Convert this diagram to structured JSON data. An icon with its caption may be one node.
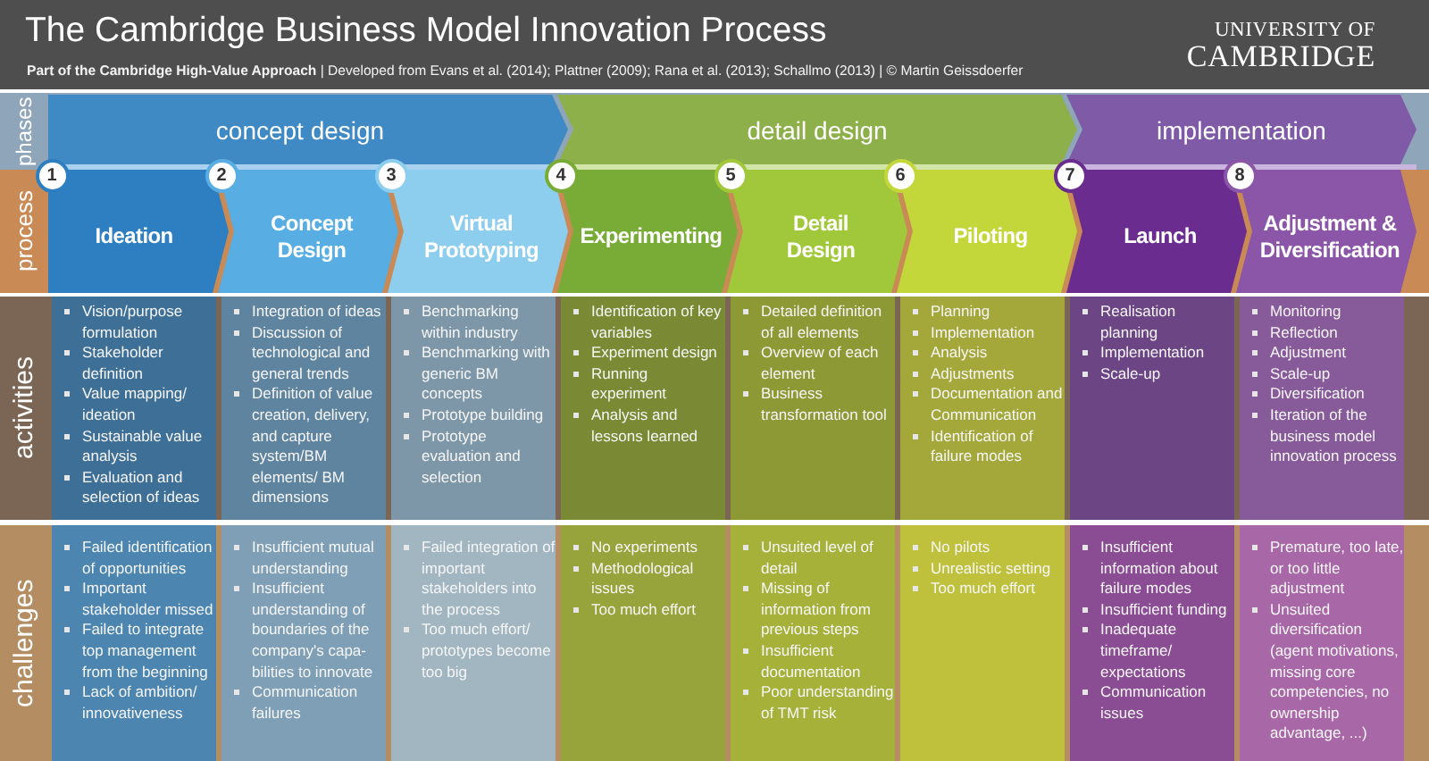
{
  "diagram": {
    "title": "The Cambridge Business Model Innovation Process",
    "nodes": [
      {
        "text": [
          "phases"
        ]
      },
      {
        "text": [
          "concept design"
        ]
      },
      {
        "text": [
          "detail design"
        ]
      },
      {
        "text": [
          "implementation"
        ]
      },
      {
        "text": [
          "process"
        ]
      },
      {
        "text": [
          "1"
        ]
      },
      {
        "text": [
          "Ideation"
        ]
      },
      {
        "text": [
          "2"
        ]
      },
      {
        "text": [
          "Concept Design"
        ]
      },
      {
        "text": [
          "3"
        ]
      },
      {
        "text": [
          "Virtual Prototyping"
        ]
      },
      {
        "text": [
          "4"
        ]
      },
      {
        "text": [
          "Experimenting"
        ]
      },
      {
        "text": [
          "5"
        ]
      },
      {
        "text": [
          "Detail Design"
        ]
      },
      {
        "text": [
          "6"
        ]
      },
      {
        "text": [
          "Piloting"
        ]
      },
      {
        "text": [
          "7"
        ]
      },
      {
        "text": [
          "Launch"
        ]
      },
      {
        "text": [
          "8"
        ]
      },
      {
        "text": [
          "Adjustment & Diversification"
        ]
      },
      {
        "text": [
          "activities"
        ]
      },
      {
        "text": [
          "Vision/purpose formulation",
          "Stakeholder definition",
          "Value mapping/ ideation",
          "Sustainable value analysis",
          "Evaluation and selection of ideas"
        ]
      },
      {
        "text": [
          "Integration of ideas",
          "Discussion of technological and general trends",
          "Definition of value creation, delivery, and capture system/BM elements/ BM dimensions"
        ]
      },
      {
        "text": [
          "Benchmarking within industry",
          "Benchmarking with generic BM concepts",
          "Prototype building",
          "Prototype evaluation and selection"
        ]
      },
      {
        "text": [
          "Identification of key variables",
          "Experiment design",
          "Running experiment",
          "Analysis and lessons learned"
        ]
      },
      {
        "text": [
          "Detailed definition of all elements",
          "Overview of each element",
          "Business transformation tool"
        ]
      },
      {
        "text": [
          "Planning",
          "Implementation",
          "Analysis",
          "Adjustments",
          "Documentation and Communication",
          "Identification of failure modes"
        ]
      },
      {
        "text": [
          "Realisation planning",
          "Implementation",
          "Scale-up"
        ]
      },
      {
        "text": [
          "Monitoring",
          "Reflection",
          "Adjustment",
          "Scale-up",
          "Diversification",
          "Iteration of the business model innovation process"
        ]
      },
      {
        "text": [
          "challenges"
        ]
      },
      {
        "text": [
          "Failed identification of opportunities",
          "Important stakeholder missed",
          "Failed to integrate top management from the beginning",
          "Lack of ambition/ innovativeness"
        ]
      },
      {
        "text": [
          "Insufficient mutual understanding",
          "Insufficient understanding of boundaries of the company's capa-bilities to innovate",
          "Communication failures"
        ]
      },
      {
        "text": [
          "Failed integration of important stakeholders into the process",
          "Too much effort/ prototypes become too big"
        ]
      },
      {
        "text": [
          "No experiments",
          "Methodological issues",
          "Too much effort"
        ]
      },
      {
        "text": [
          "Unsuited level of detail",
          "Missing of information from previous steps",
          "Insufficient documentation",
          "Poor understanding of TMT risk"
        ]
      },
      {
        "text": [
          "No pilots",
          "Unrealistic setting",
          "Too much effort"
        ]
      },
      {
        "text": [
          "Insufficient information about failure modes",
          "Insufficient funding",
          "Inadequate timeframe/ expectations",
          "Communication issues"
        ]
      },
      {
        "text": [
          "Premature, too late, or too little adjustment",
          "Unsuited diversification (agent motivations, missing core competencies, no ownership advantage, ...)"
        ]
      }
    ],
    "labels": [
      "**Part of the Cambridge High-Value Approach** | Developed from Evans et al. (2014); Plattner (2009); Rana et al. (2013); Schallmo (2013) | © Martin Geissdoerfer",
      "UNIVERSITY OF",
      "CAMBRIDGE"
    ]
  }
}
